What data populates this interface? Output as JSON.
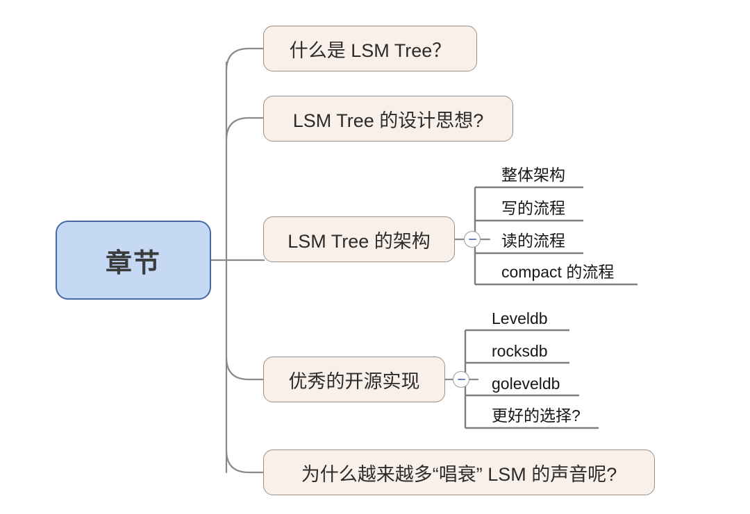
{
  "theme": {
    "background": "#ffffff",
    "root_fill": "#c6d9f4",
    "root_border": "#45689f",
    "branch_fill": "#faf0ea",
    "branch_border": "#9b9087",
    "wire_color": "#8a8a8a",
    "leaf_rule_color": "#7d7d7d",
    "toggle_icon_color": "#6e80b5"
  },
  "mindmap": {
    "root": {
      "label": "章节"
    },
    "branches": [
      {
        "label": "什么是 LSM Tree？",
        "collapsible": false,
        "children": []
      },
      {
        "label": "LSM Tree 的设计思想?",
        "collapsible": false,
        "children": []
      },
      {
        "label": "LSM Tree 的架构",
        "collapsible": true,
        "toggle_state": "expanded",
        "toggle_icon": "minus-circle-icon",
        "children": [
          {
            "label": "整体架构"
          },
          {
            "label": "写的流程"
          },
          {
            "label": "读的流程"
          },
          {
            "label": "compact 的流程"
          }
        ]
      },
      {
        "label": "优秀的开源实现",
        "collapsible": true,
        "toggle_state": "expanded",
        "toggle_icon": "minus-circle-icon",
        "children": [
          {
            "label": "Leveldb"
          },
          {
            "label": "rocksdb"
          },
          {
            "label": "goleveldb"
          },
          {
            "label": "更好的选择?"
          }
        ]
      },
      {
        "label": "为什么越来越多“唱衰” LSM 的声音呢?",
        "collapsible": false,
        "children": []
      }
    ]
  }
}
